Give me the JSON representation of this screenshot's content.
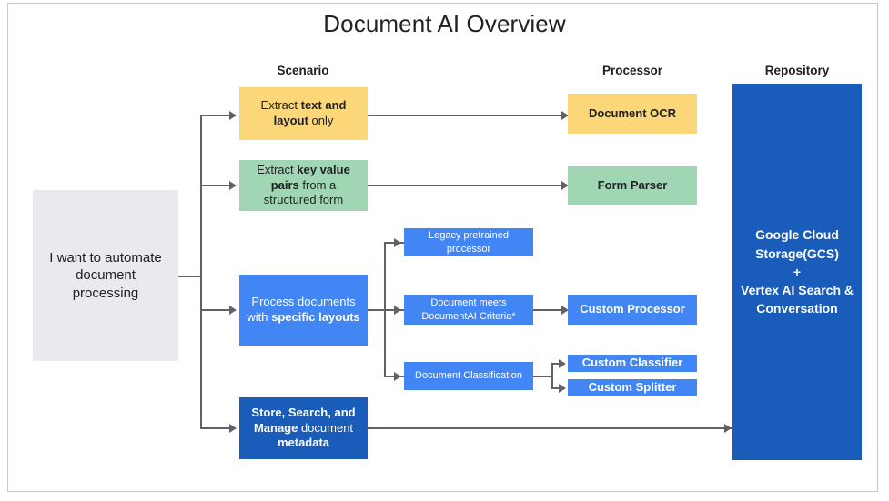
{
  "title": "Document AI Overview",
  "columns": [
    {
      "id": "scenario",
      "label": "Scenario"
    },
    {
      "id": "processor",
      "label": "Processor"
    },
    {
      "id": "repository",
      "label": "Repository"
    }
  ],
  "colors": {
    "yellow": "#fbd779",
    "green": "#a0d6b4",
    "blue": "#4285f4",
    "dark_blue": "#1a5cba",
    "grey": "#e8eaed",
    "connector": "#5f6368",
    "frame_border": "#c6c8cc",
    "text_dark": "#202124",
    "text_light": "#ffffff"
  },
  "nodes": {
    "start": {
      "text": "I want to automate document processing",
      "line1": "I want to automate",
      "line2": "document",
      "line3": "processing"
    },
    "scenario_text_layout": {
      "pre": "Extract ",
      "bold": "text and layout",
      "post": " only"
    },
    "scenario_key_value": {
      "pre": "Extract ",
      "bold": "key value pairs",
      "post": " from a structured form"
    },
    "scenario_specific_layouts": {
      "pre": "Process documents with ",
      "bold": "specific layouts",
      "post": ""
    },
    "scenario_store_manage": {
      "bold1": "Store, Search, and Manage",
      "mid": " document ",
      "bold2": "metadata"
    },
    "legacy_pretrained": {
      "text": "Legacy pretrained processor"
    },
    "documentai_criteria": {
      "text": "Document meets DocumentAI Criteria*"
    },
    "document_classification": {
      "text": "Document Classification"
    },
    "document_ocr": {
      "text": "Document OCR"
    },
    "form_parser": {
      "text": "Form Parser"
    },
    "custom_processor": {
      "text": "Custom Processor"
    },
    "custom_classifier": {
      "text": "Custom Classifier"
    },
    "custom_splitter": {
      "text": "Custom Splitter"
    },
    "repository": {
      "line1": "Google Cloud",
      "line2": "Storage(GCS)",
      "line3": "+",
      "line4": "Vertex AI Search &",
      "line5": "Conversation"
    }
  }
}
